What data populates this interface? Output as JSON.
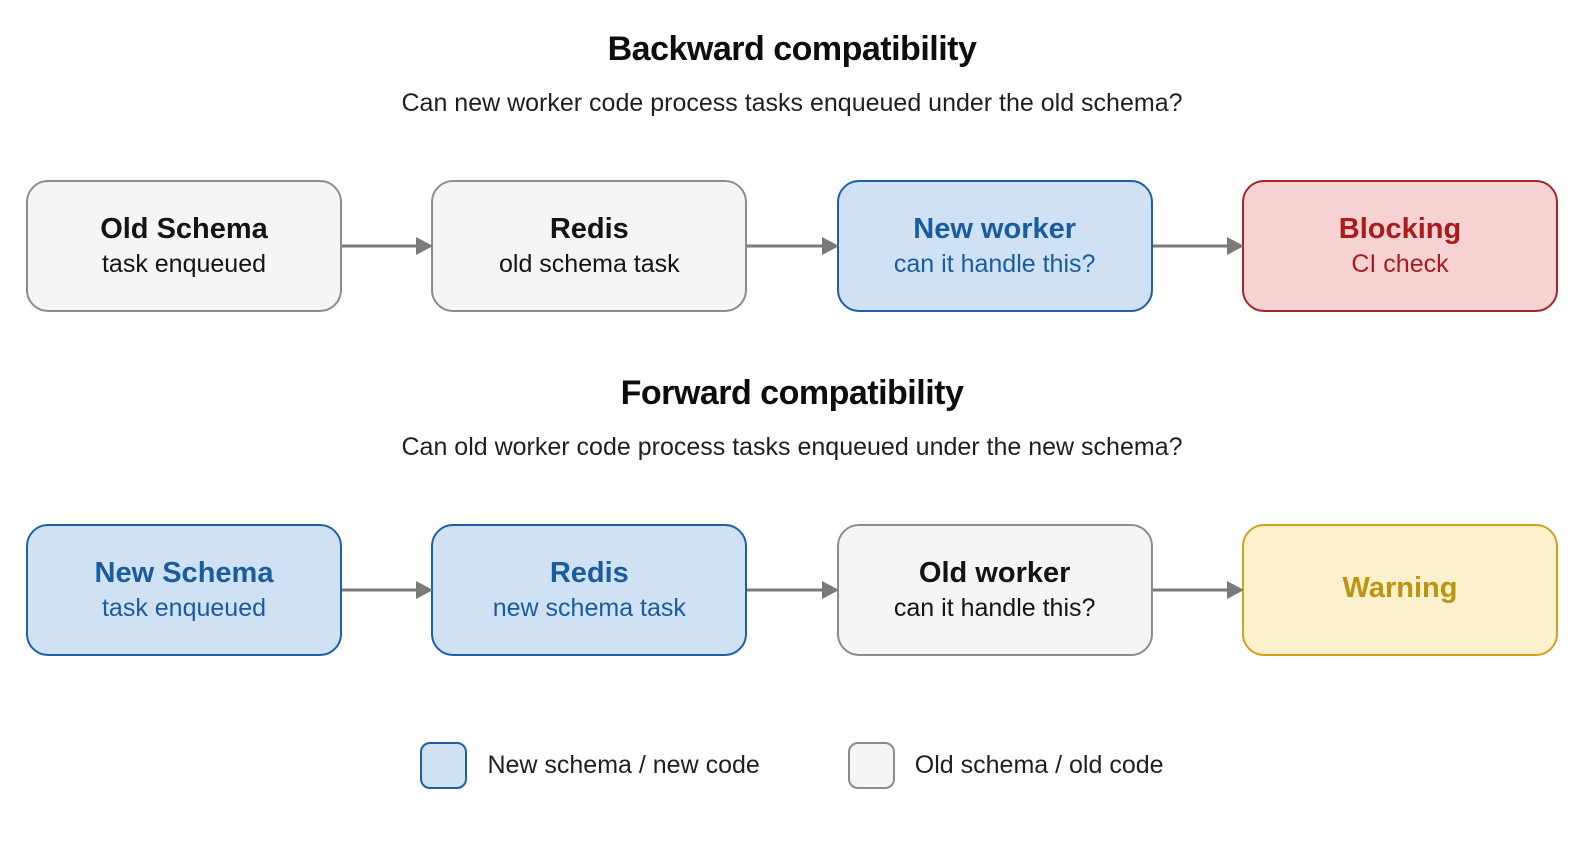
{
  "colors": {
    "background": "#ffffff",
    "heading_text": "#0d0d0d",
    "subtitle_text": "#1f1f1f",
    "arrow": "#7a7a7a",
    "old_fill": "#f5f5f3",
    "old_border": "#8c8c8c",
    "old_text": "#141414",
    "new_fill": "#cfe1f3",
    "new_border": "#1e5fa9",
    "new_text": "#1a5c9e",
    "blocking_fill": "#f6d2d2",
    "blocking_border": "#a32626",
    "blocking_text": "#a81c1c",
    "warning_fill": "#fcf0cd",
    "warning_border": "#cfa21c",
    "warning_text": "#bd9410"
  },
  "sections": [
    {
      "title": "Backward compatibility",
      "subtitle": "Can new worker code process tasks enqueued under the old schema?",
      "nodes": [
        {
          "title": "Old Schema",
          "subtitle": "task enqueued",
          "variant": "old"
        },
        {
          "title": "Redis",
          "subtitle": "old schema task",
          "variant": "old"
        },
        {
          "title": "New worker",
          "subtitle": "can it handle this?",
          "variant": "new"
        },
        {
          "title": "Blocking",
          "subtitle": "CI check",
          "variant": "blocking"
        }
      ]
    },
    {
      "title": "Forward compatibility",
      "subtitle": "Can old worker code process tasks enqueued under the new schema?",
      "nodes": [
        {
          "title": "New Schema",
          "subtitle": "task enqueued",
          "variant": "new"
        },
        {
          "title": "Redis",
          "subtitle": "new schema task",
          "variant": "new"
        },
        {
          "title": "Old worker",
          "subtitle": "can it handle this?",
          "variant": "old"
        },
        {
          "title": "Warning",
          "subtitle": "",
          "variant": "warning"
        }
      ]
    }
  ],
  "legend": [
    {
      "label": "New schema / new code",
      "variant": "new"
    },
    {
      "label": "Old schema / old code",
      "variant": "old"
    }
  ]
}
